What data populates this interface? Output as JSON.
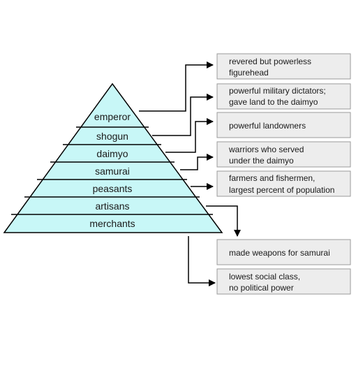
{
  "pyramid": {
    "fill_color": "#c8f7f7",
    "stroke_color": "#000000",
    "levels": [
      {
        "label": "emperor"
      },
      {
        "label": "shogun"
      },
      {
        "label": "daimyo"
      },
      {
        "label": "samurai"
      },
      {
        "label": "peasants"
      },
      {
        "label": "artisans"
      },
      {
        "label": "merchants"
      }
    ]
  },
  "descriptions": [
    {
      "lines": [
        "revered but powerless",
        "figurehead"
      ]
    },
    {
      "lines": [
        "powerful military dictators;",
        "gave land to the daimyo"
      ]
    },
    {
      "lines": [
        "powerful landowners"
      ]
    },
    {
      "lines": [
        "warriors who served",
        "under the daimyo"
      ]
    },
    {
      "lines": [
        "farmers and fishermen,",
        "largest percent of population"
      ]
    },
    {
      "lines": [
        "made weapons for samurai"
      ]
    },
    {
      "lines": [
        "lowest social class,",
        "no political power"
      ]
    }
  ],
  "box_fill_color": "#ededed",
  "box_border_color": "#9a9a9a"
}
